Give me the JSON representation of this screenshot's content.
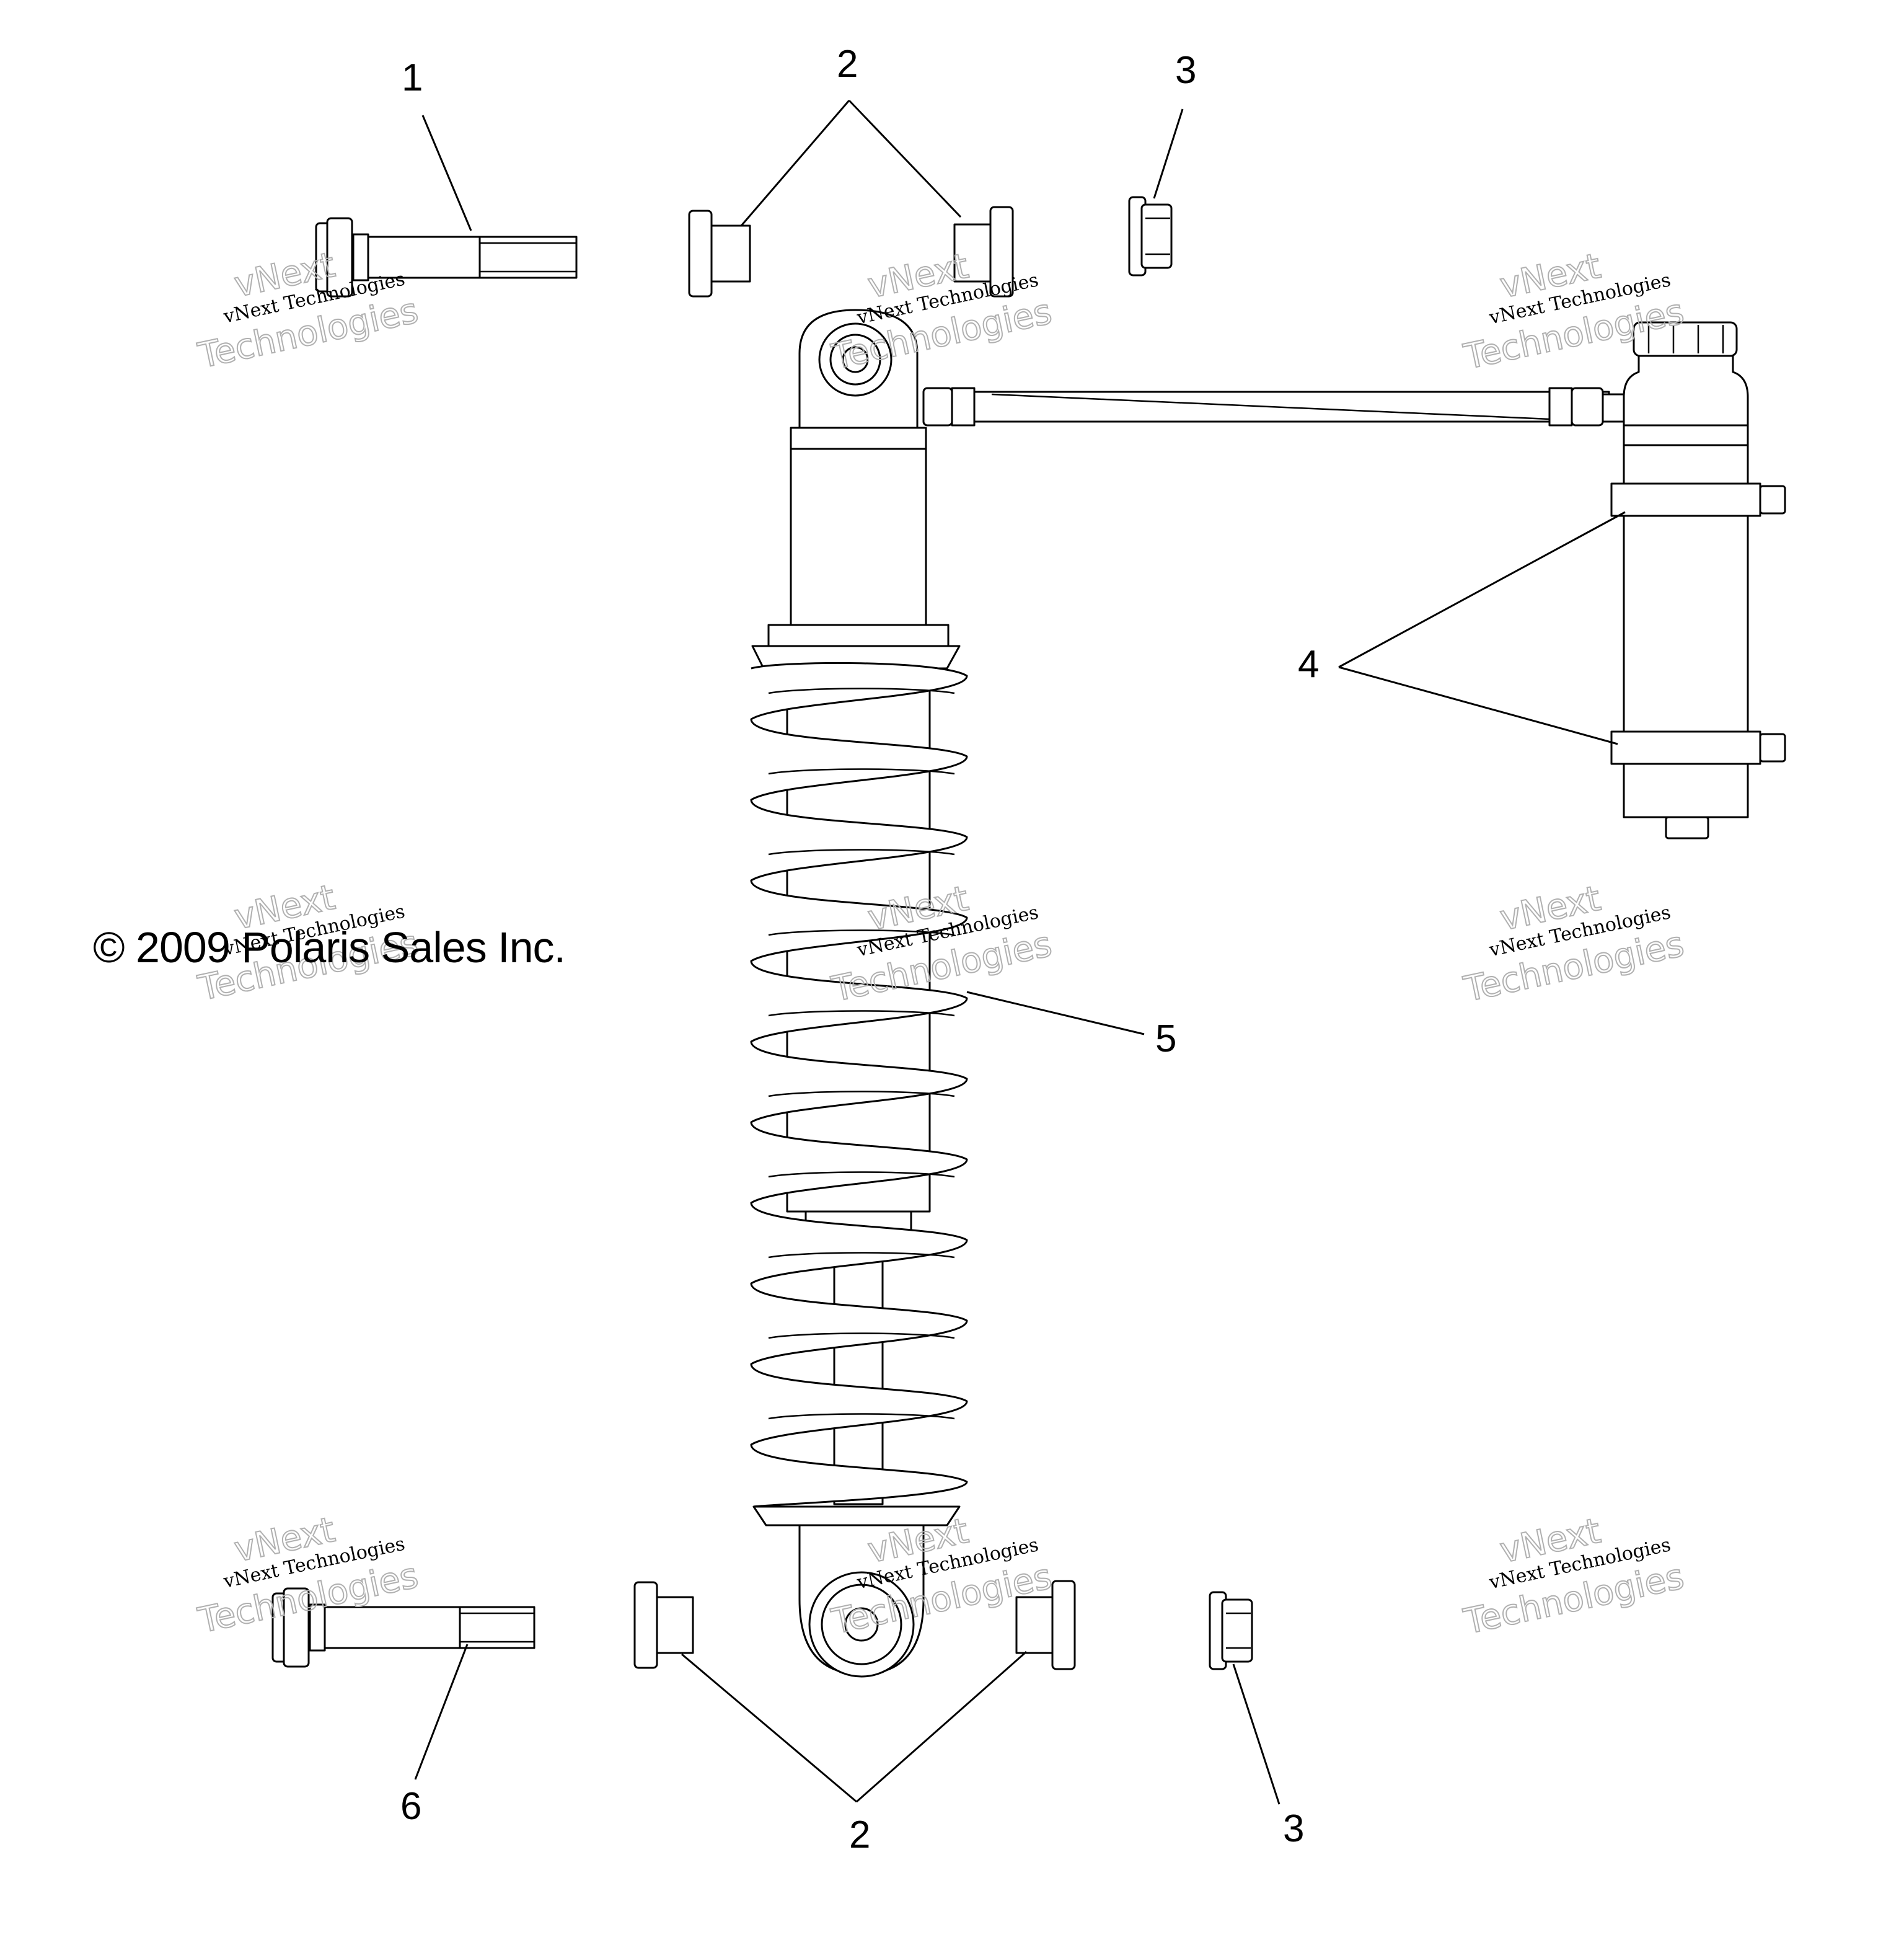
{
  "callouts": {
    "c1": "1",
    "c2_top": "2",
    "c3_top": "3",
    "c4": "4",
    "c5": "5",
    "c6": "6",
    "c2_bottom": "2",
    "c3_bottom": "3"
  },
  "copyright": "© 2009 Polaris Sales Inc.",
  "watermark": {
    "line1": "vNext Technologies",
    "line2": "vNext",
    "line3": "Technologies"
  }
}
